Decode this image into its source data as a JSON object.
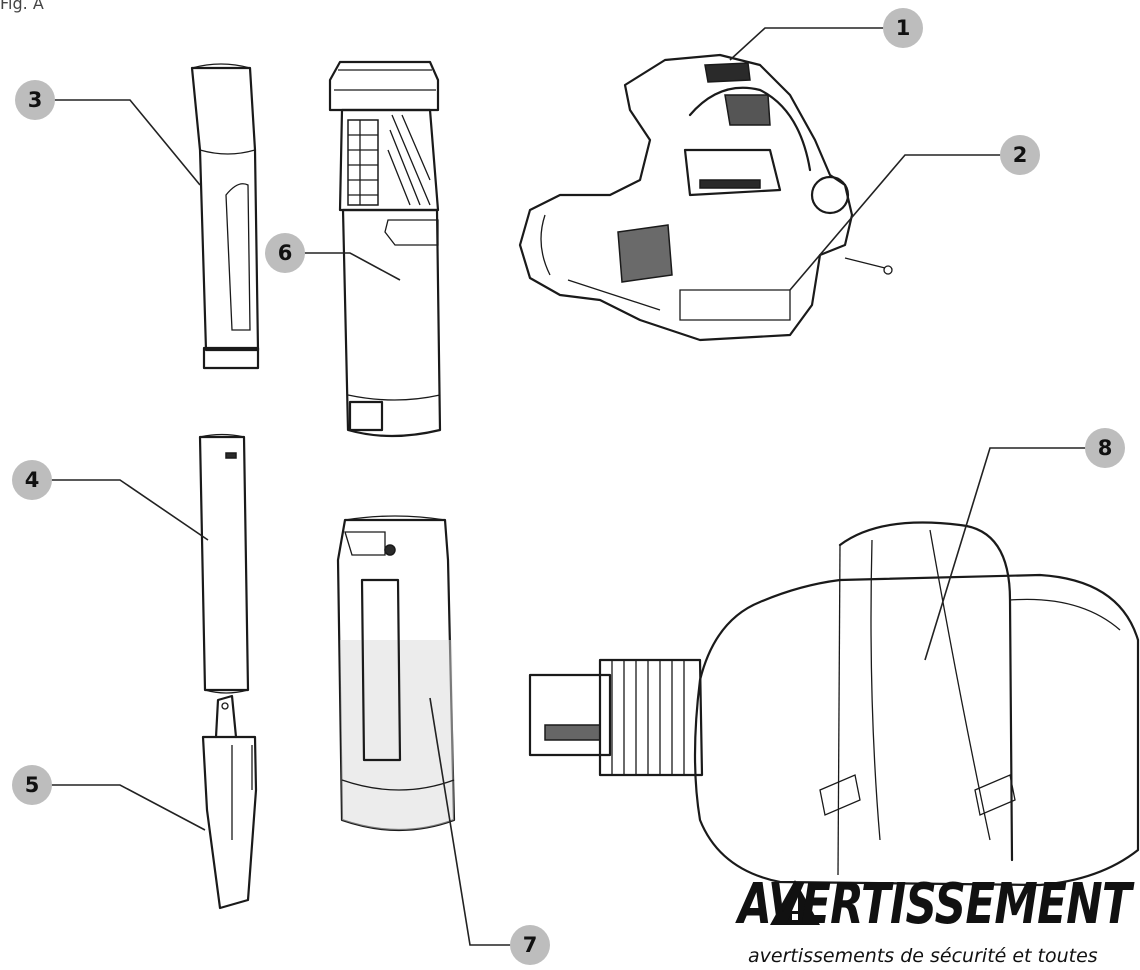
{
  "figure_label": "Fig. A",
  "callouts": [
    "1",
    "2",
    "3",
    "4",
    "5",
    "6",
    "7",
    "8"
  ],
  "warning": {
    "title": "AVERTISSEMENT :",
    "subtitle": "avertissements de sécurité et toutes"
  },
  "colors": {
    "callout_fill": "#bdbdbd",
    "line": "#1a1a1a"
  }
}
